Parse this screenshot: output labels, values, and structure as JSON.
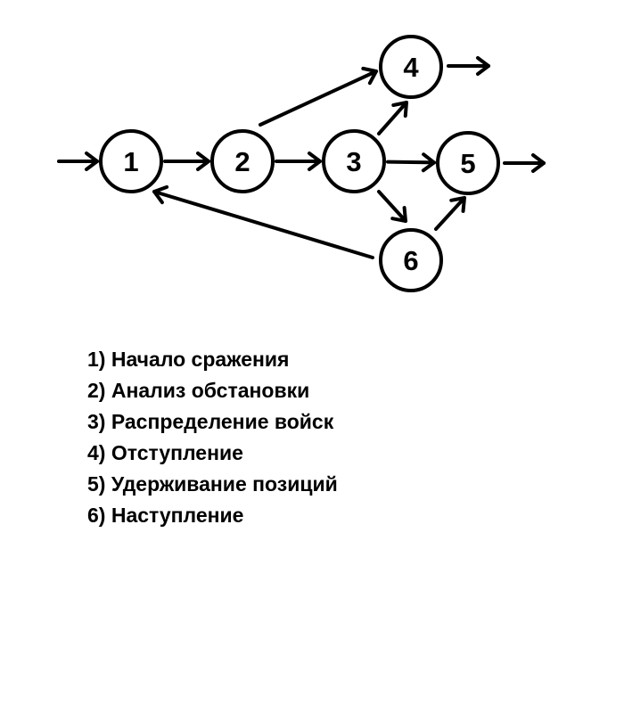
{
  "nodes": [
    {
      "id": "1",
      "label": "1"
    },
    {
      "id": "2",
      "label": "2"
    },
    {
      "id": "3",
      "label": "3"
    },
    {
      "id": "4",
      "label": "4"
    },
    {
      "id": "5",
      "label": "5"
    },
    {
      "id": "6",
      "label": "6"
    }
  ],
  "edges": [
    {
      "from": "entry",
      "to": "1"
    },
    {
      "from": "1",
      "to": "2"
    },
    {
      "from": "2",
      "to": "3"
    },
    {
      "from": "2",
      "to": "4"
    },
    {
      "from": "3",
      "to": "4"
    },
    {
      "from": "3",
      "to": "5"
    },
    {
      "from": "3",
      "to": "6"
    },
    {
      "from": "6",
      "to": "5"
    },
    {
      "from": "6",
      "to": "1"
    },
    {
      "from": "4",
      "to": "exit"
    },
    {
      "from": "5",
      "to": "exit"
    }
  ],
  "legend": [
    "1) Начало сражения",
    "2) Анализ обстановки",
    "3) Распределение войск",
    "4) Отступление",
    "5) Удерживание позиций",
    "6) Наступление"
  ]
}
